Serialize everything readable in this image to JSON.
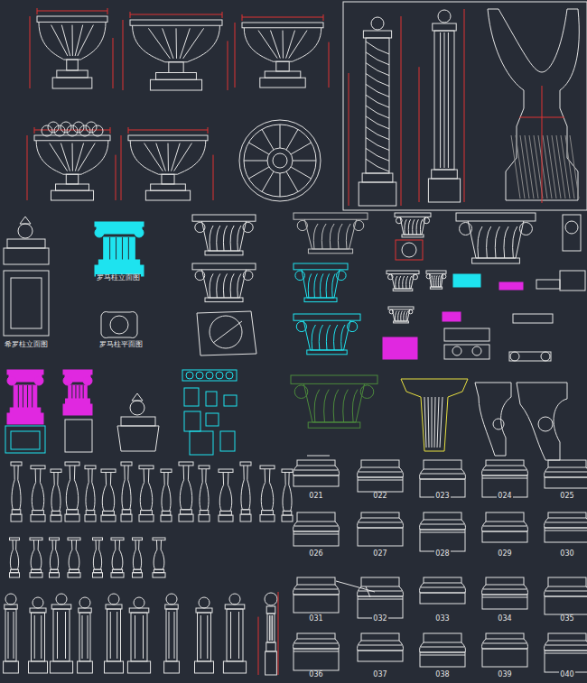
{
  "diagram": {
    "labels": [
      "罗马柱立面图",
      "罗马柱平面图",
      "希罗柱立面图",
      "021",
      "022",
      "023",
      "024",
      "025",
      "026",
      "027",
      "028",
      "029",
      "030",
      "031",
      "032",
      "033",
      "034",
      "035",
      "036",
      "037",
      "038",
      "039",
      "040"
    ]
  }
}
